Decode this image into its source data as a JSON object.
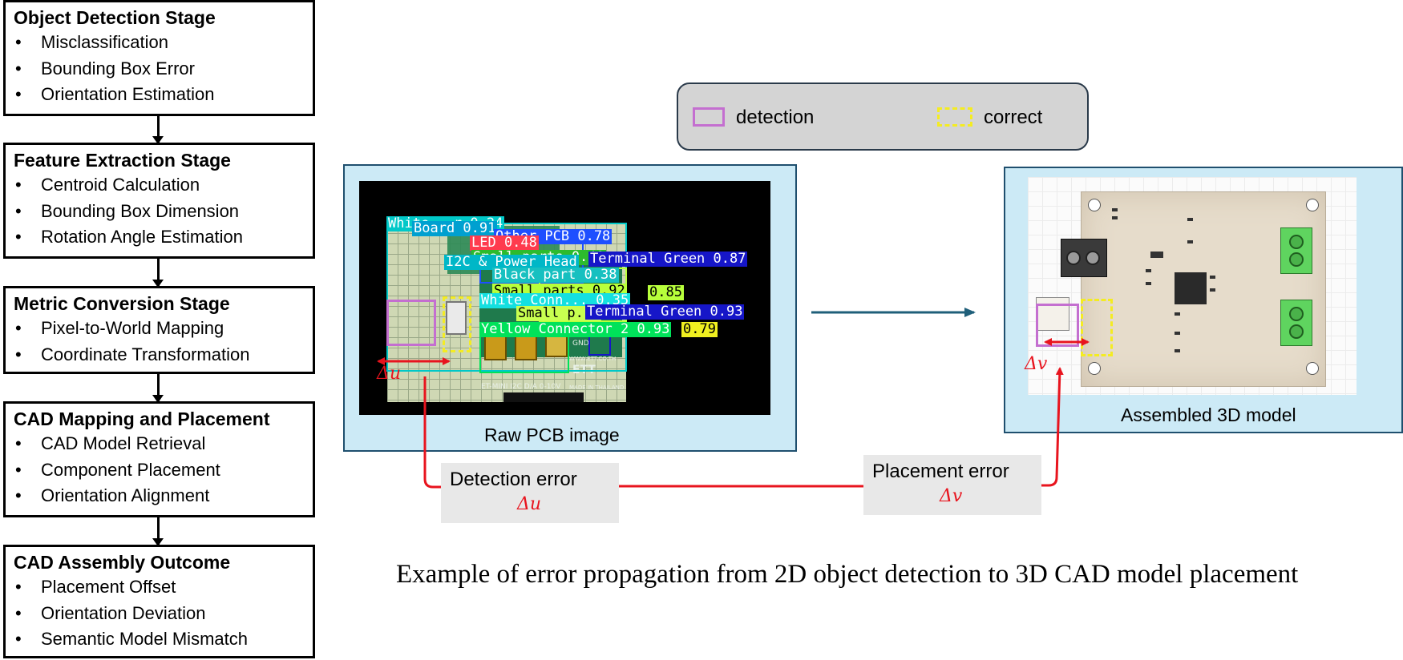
{
  "stages": [
    {
      "title": "Object Detection Stage",
      "items": [
        "Misclassification",
        "Bounding Box Error",
        "Orientation Estimation"
      ]
    },
    {
      "title": "Feature Extraction Stage",
      "items": [
        "Centroid Calculation",
        "Bounding Box Dimension",
        "Rotation Angle Estimation"
      ]
    },
    {
      "title": "Metric Conversion Stage",
      "items": [
        "Pixel-to-World Mapping",
        "Coordinate Transformation"
      ]
    },
    {
      "title": "CAD Mapping and Placement",
      "items": [
        "CAD Model Retrieval",
        "Component Placement",
        "Orientation Alignment"
      ]
    },
    {
      "title": "CAD Assembly Outcome",
      "items": [
        "Placement Offset",
        "Orientation Deviation",
        "Semantic Model Mismatch"
      ]
    }
  ],
  "legend": {
    "detection_label": "detection",
    "correct_label": "correct",
    "detection_color": "#c46fd0",
    "correct_color": "#f4ec22"
  },
  "raw_panel": {
    "caption": "Raw PCB image",
    "detection_labels": [
      {
        "text": "White...r 0.24",
        "bg": "#00c8c8"
      },
      {
        "text": "Board 0.91",
        "bg": "#00a0d0"
      },
      {
        "text": "Other PCB 0.78",
        "bg": "#1e4fff"
      },
      {
        "text": "LED 0.48",
        "bg": "#ff3b4e"
      },
      {
        "text": "Small parts 0.40",
        "bg": "#2dbb2d"
      },
      {
        "text": "I2C & Power Head",
        "bg": "#00b7c7"
      },
      {
        "text": "Terminal Green 0.87",
        "bg": "#1616c8"
      },
      {
        "text": "Black part 0.38",
        "bg": "#17c0c0"
      },
      {
        "text": "Small parts 0.92",
        "bg": "#b8ff3b"
      },
      {
        "text": "0.85",
        "bg": "#b8ff3b"
      },
      {
        "text": "White Conn... 0.35",
        "bg": "#14e0e0"
      },
      {
        "text": "Small p...",
        "bg": "#c8ff50"
      },
      {
        "text": "Terminal Green 0.93",
        "bg": "#1616c8"
      },
      {
        "text": "Yellow Connector 2 0.93",
        "bg": "#00e25a"
      },
      {
        "text": "0.79",
        "bg": "#f0f020"
      }
    ],
    "silk_text": [
      "ET-MINI I2C D/A 0-10V",
      "ETT",
      "MADE IN THAILAND",
      "WWW.ETT.CO.TH",
      "GND"
    ],
    "delta_label": "Δu"
  },
  "model_panel": {
    "caption": "Assembled 3D model",
    "delta_label": "Δv"
  },
  "detection_error": {
    "label": "Detection error",
    "symbol": "Δu"
  },
  "placement_error": {
    "label": "Placement error",
    "symbol": "Δv"
  },
  "caption": "Example of error propagation from 2D object detection to 3D CAD model placement",
  "colors": {
    "panel_bg": "#cceaf6",
    "error_line": "#e8141e",
    "flow_arrow": "#1f5f7a"
  }
}
